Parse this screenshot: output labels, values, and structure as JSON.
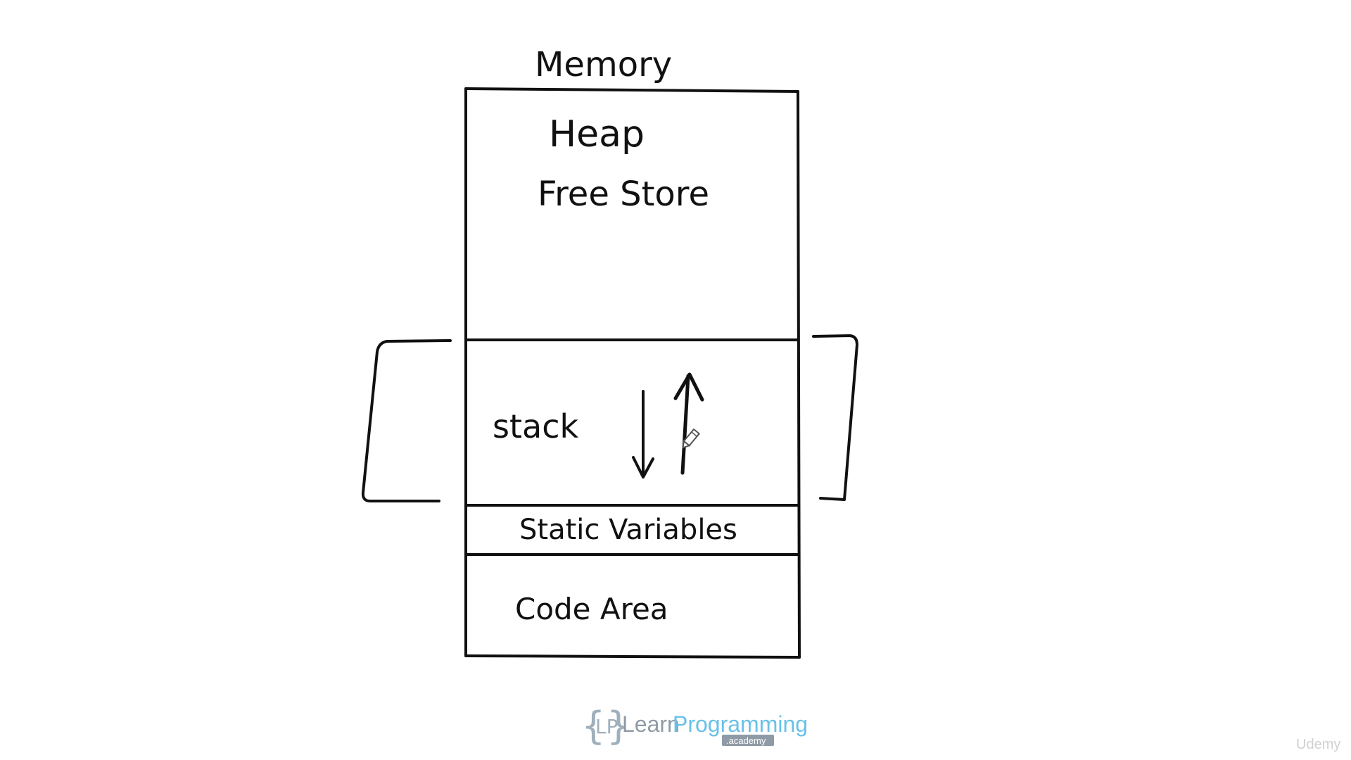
{
  "diagram": {
    "title": "Memory",
    "regions": {
      "heap": {
        "label_line1": "Heap",
        "label_line2": "Free Store"
      },
      "stack": {
        "label": "stack"
      },
      "static": {
        "label": "Static Variables"
      },
      "code": {
        "label": "Code Area"
      }
    }
  },
  "branding": {
    "logo_left_brace": "{",
    "logo_initials": "LP",
    "logo_right_brace": "}",
    "logo_word1": "Learn",
    "logo_word2": "Programming",
    "logo_sub": ".academy",
    "watermark": "Udemy"
  },
  "colors": {
    "ink": "#111111",
    "logo_gray": "#8e9ba6",
    "logo_blue": "#69c1e8"
  },
  "icons": [
    "pencil-cursor-icon"
  ]
}
